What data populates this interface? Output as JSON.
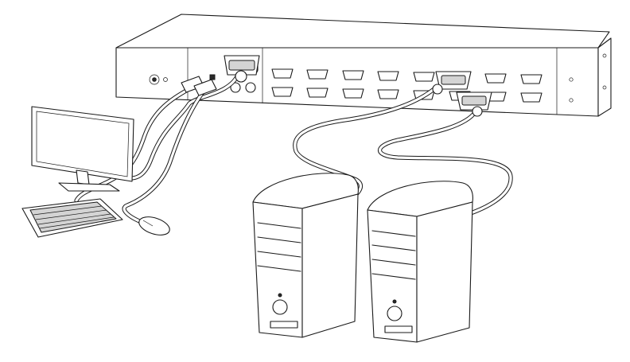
{
  "diagram": {
    "kvm_switch": {
      "vga_ports_top_row": 8,
      "vga_ports_bottom_row": 8
    },
    "console": [
      "monitor",
      "keyboard",
      "mouse"
    ],
    "computers": [
      "computer-1",
      "computer-2"
    ]
  }
}
